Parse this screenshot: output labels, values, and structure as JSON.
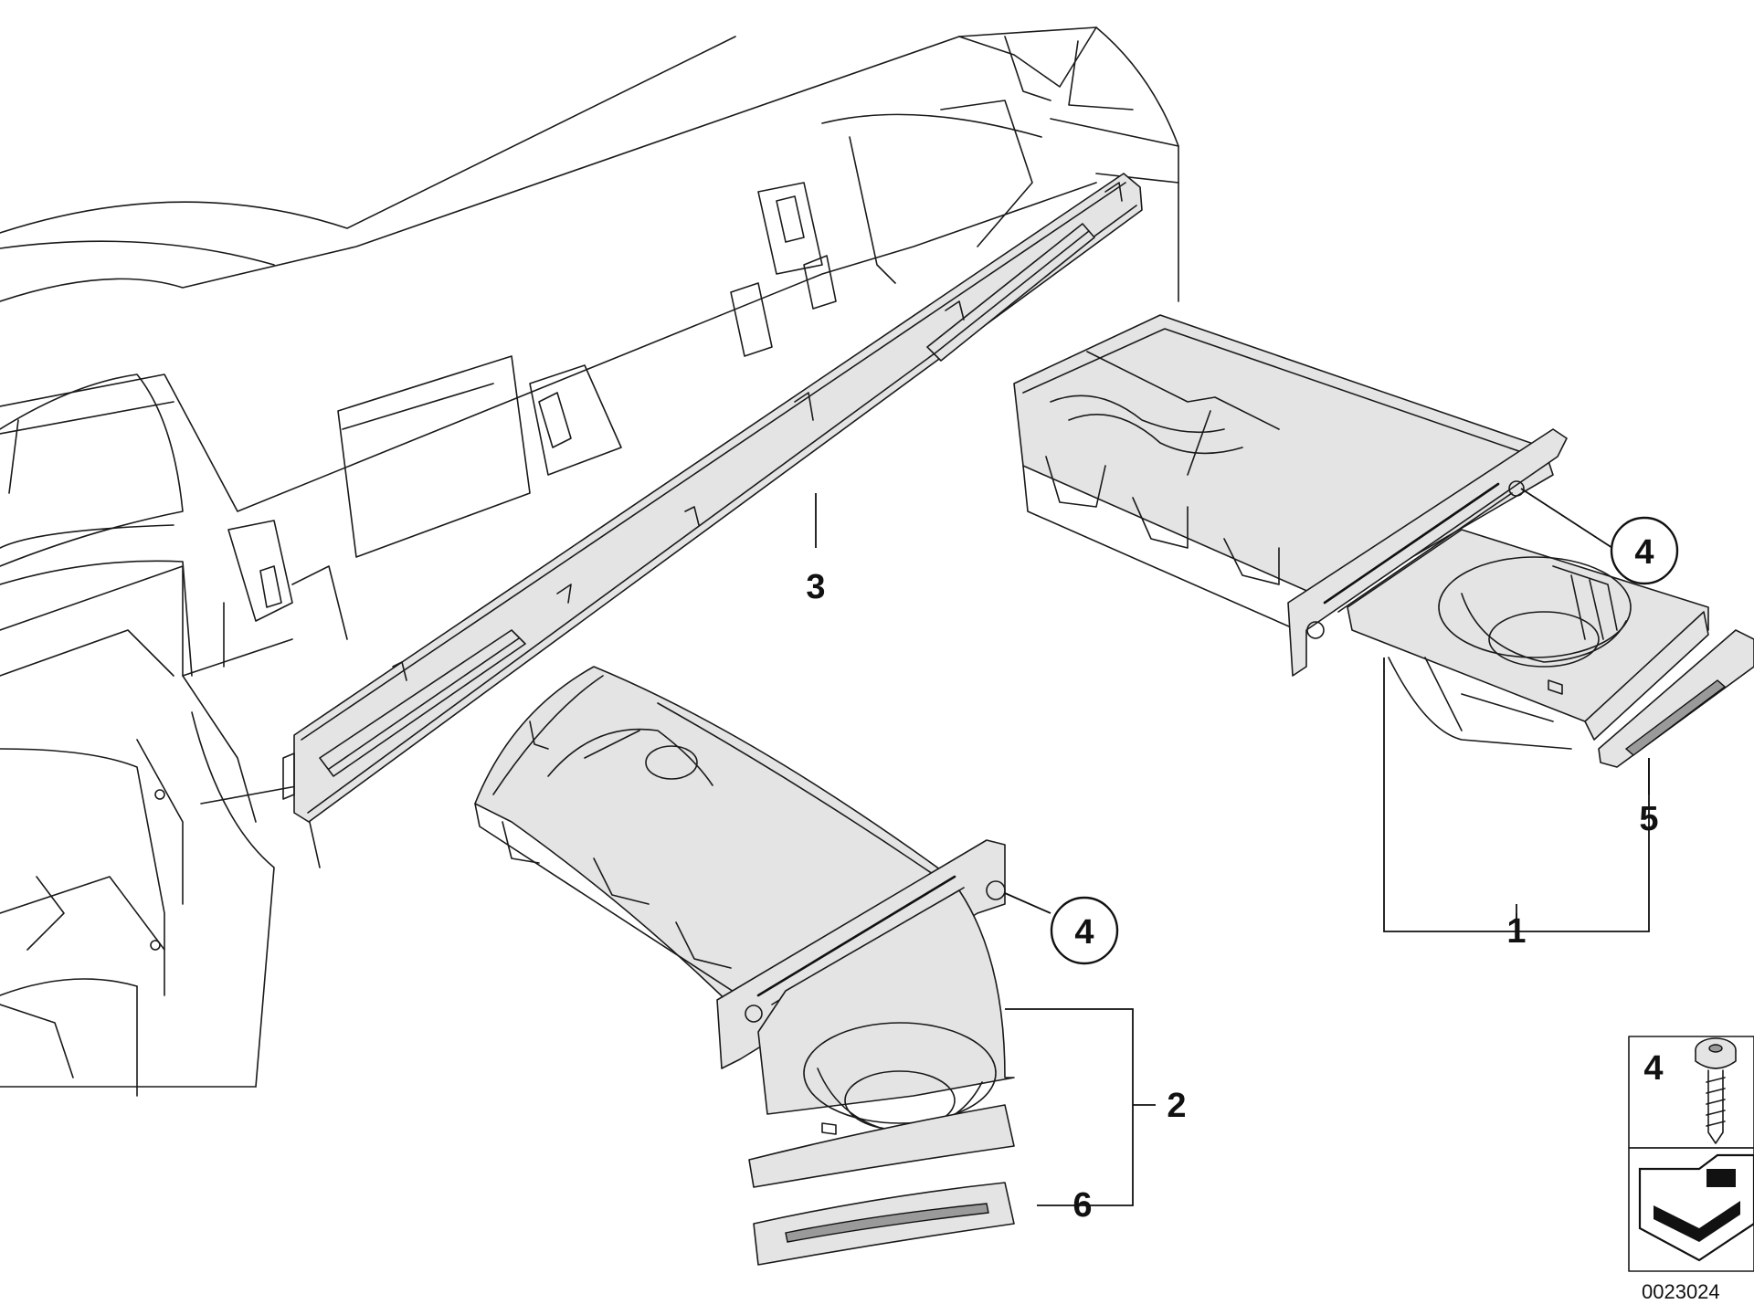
{
  "diagram": {
    "callouts": {
      "c1": "1",
      "c2": "2",
      "c3": "3",
      "c4a": "4",
      "c4b": "4",
      "c5": "5",
      "c6": "6"
    },
    "legend": {
      "part_number": "4"
    },
    "document_id": "0023024"
  }
}
